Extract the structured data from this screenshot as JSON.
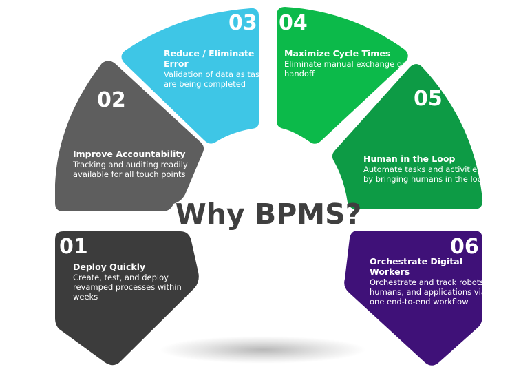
{
  "center": {
    "title": "Why BPMS?"
  },
  "colors": {
    "seg01": "#3c3c3c",
    "seg02": "#5e5e5e",
    "seg03": "#3ec6e6",
    "seg04": "#0cba4a",
    "seg05": "#0d9b45",
    "seg06": "#3f1178",
    "text": "#ffffff",
    "center_text": "#3f3f3f"
  },
  "segments": [
    {
      "number": "01",
      "title": [
        "Deploy Quickly"
      ],
      "description": [
        "Create, test, and deploy",
        "revamped processes within",
        "weeks"
      ]
    },
    {
      "number": "02",
      "title": [
        "Improve Accountability"
      ],
      "description": [
        "Tracking and auditing readily",
        "available for all touch points"
      ]
    },
    {
      "number": "03",
      "title": [
        "Reduce / Eliminate",
        "Error"
      ],
      "description": [
        "Validation of data as tasks",
        "are being completed"
      ]
    },
    {
      "number": "04",
      "title": [
        "Maximize Cycle Times"
      ],
      "description": [
        "Eliminate manual exchange or",
        "handoff"
      ]
    },
    {
      "number": "05",
      "title": [
        "Human in the Loop"
      ],
      "description": [
        "Automate tasks and activities",
        "by bringing humans in the loop"
      ]
    },
    {
      "number": "06",
      "title": [
        "Orchestrate Digital",
        "Workers"
      ],
      "description": [
        "Orchestrate and track robots,",
        "humans, and applications via",
        "one end-to-end workflow"
      ]
    }
  ]
}
